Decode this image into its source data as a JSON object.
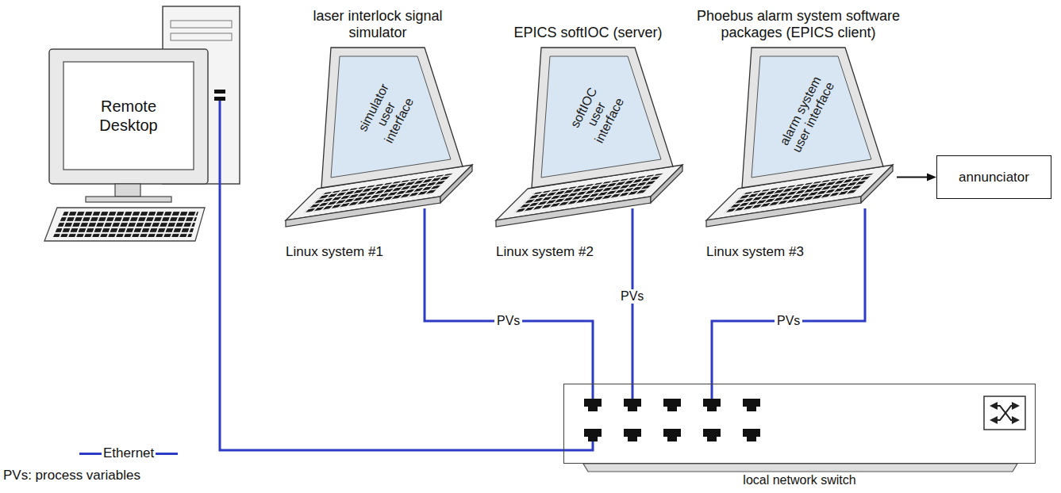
{
  "diagram": {
    "nodes": [
      {
        "text": [
          "Remote Desktop"
        ]
      },
      {
        "text": [
          "laser interlock signal simulator",
          "simulator user interface",
          "Linux system #1"
        ]
      },
      {
        "text": [
          "EPICS softIOC (server)",
          "softIOC user interface",
          "Linux system #2"
        ]
      },
      {
        "text": [
          "Phoebus alarm system software packages (EPICS client)",
          "alarm system user interface",
          "Linux system #3"
        ]
      },
      {
        "text": [
          "annunciator"
        ]
      },
      {
        "text": [
          "local network switch"
        ]
      }
    ],
    "edges": [
      {
        "from": 1,
        "to": 5,
        "label": "PVs",
        "arrow": "none"
      },
      {
        "from": 2,
        "to": 5,
        "label": "PVs",
        "arrow": "none"
      },
      {
        "from": 3,
        "to": 5,
        "label": "PVs",
        "arrow": "none"
      },
      {
        "from": 3,
        "to": 4,
        "arrow": "to"
      },
      {
        "from": 0,
        "to": 5,
        "arrow": "none"
      }
    ],
    "labels": [
      "PVs: process variables"
    ],
    "legend": [
      {
        "text": "Ethernet"
      }
    ]
  }
}
